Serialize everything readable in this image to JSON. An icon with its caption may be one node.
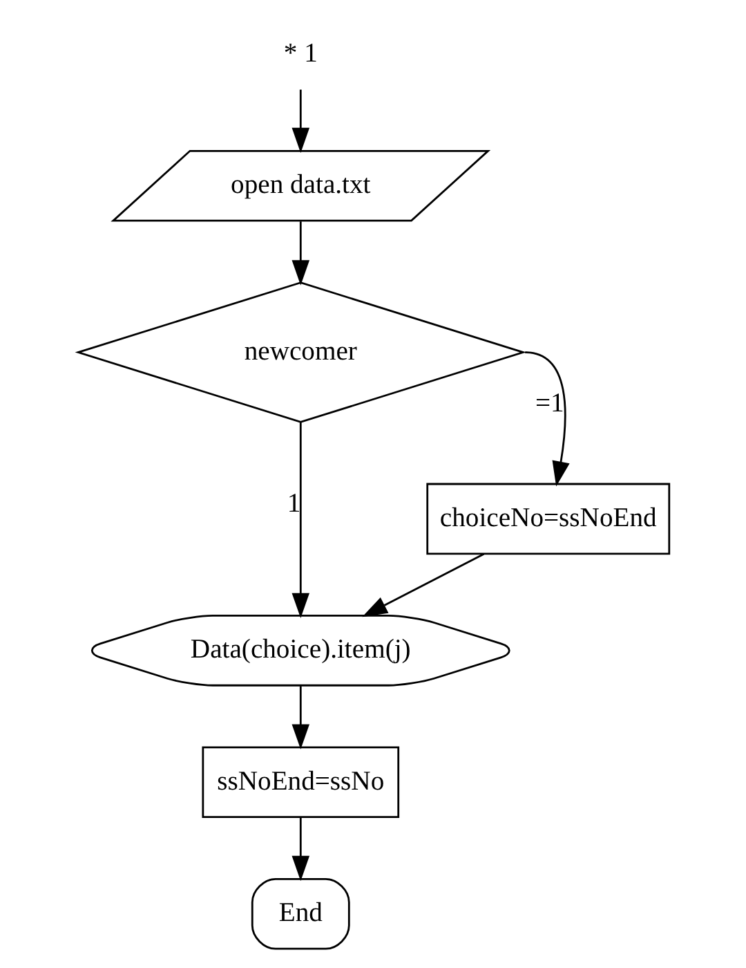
{
  "diagram": {
    "nodes": [
      {
        "text": [
          "* 1"
        ]
      },
      {
        "text": [
          "open data.txt"
        ]
      },
      {
        "text": [
          "newcomer"
        ]
      },
      {
        "text": [
          "choiceNo=ssNoEnd"
        ]
      },
      {
        "text": [
          "Data(choice).item(j)"
        ]
      },
      {
        "text": [
          "ssNoEnd=ssNo"
        ]
      },
      {
        "text": [
          "End"
        ]
      }
    ],
    "edges": [
      {
        "from": 0,
        "to": 1,
        "arrow": "to"
      },
      {
        "from": 1,
        "to": 2,
        "arrow": "to"
      },
      {
        "from": 2,
        "to": 3,
        "arrow": "to",
        "label": "=1"
      },
      {
        "from": 2,
        "to": 4,
        "arrow": "to",
        "label": "1"
      },
      {
        "from": 3,
        "to": 4,
        "arrow": "to"
      },
      {
        "from": 4,
        "to": 5,
        "arrow": "to"
      },
      {
        "from": 5,
        "to": 6,
        "arrow": "to"
      }
    ]
  }
}
